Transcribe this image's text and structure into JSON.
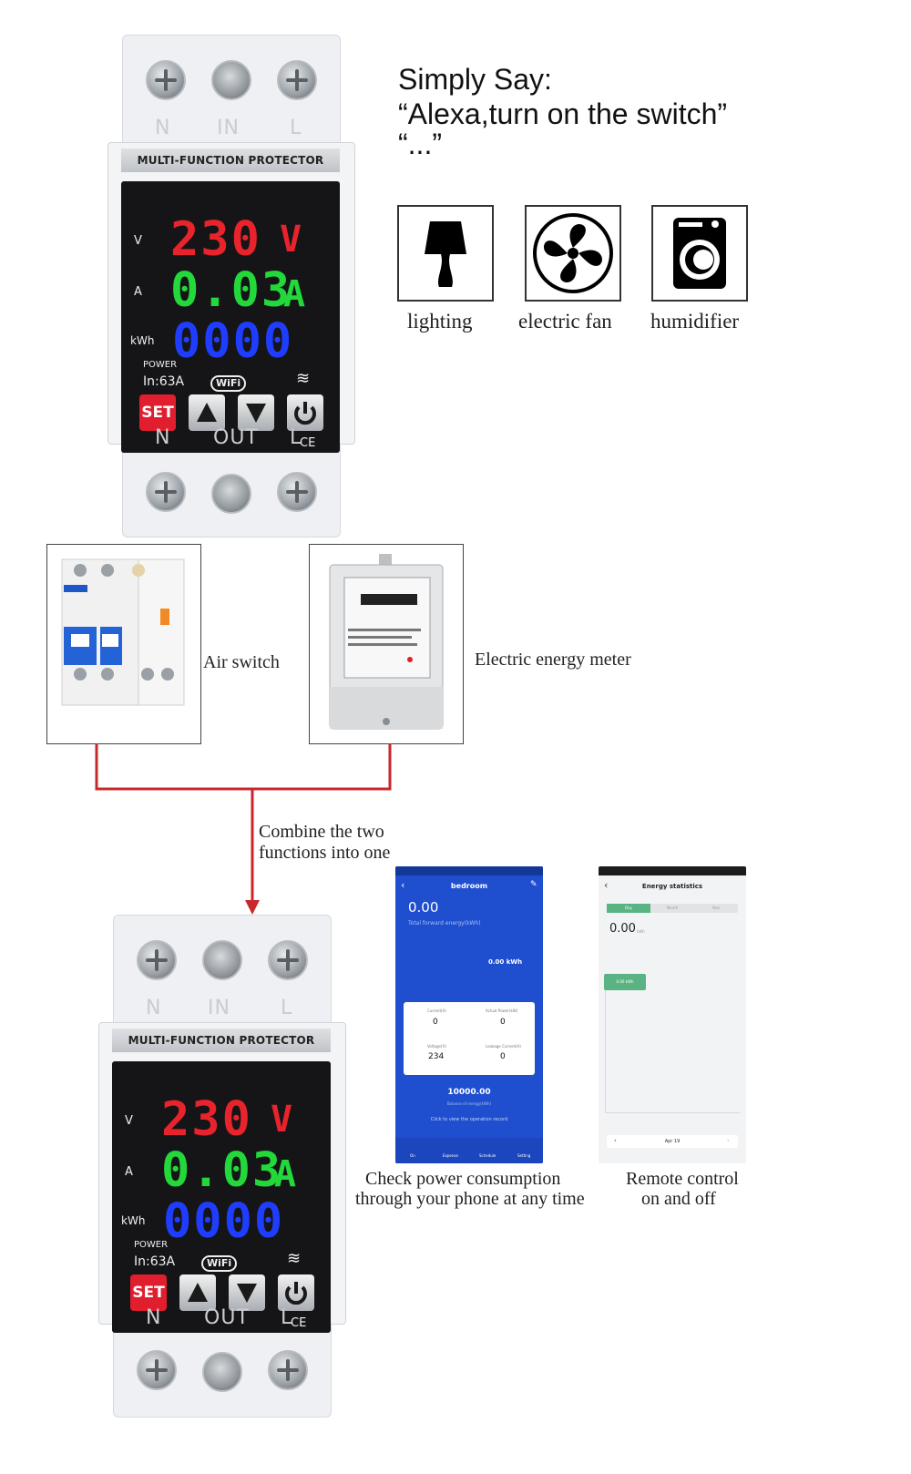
{
  "device": {
    "label": "MULTI-FUNCTION PROTECTOR",
    "terminals_top": [
      "N",
      "IN",
      "L"
    ],
    "terminals_bottom": [
      "N",
      "OUT",
      "L"
    ],
    "voltage": "230",
    "voltage_unit": "V",
    "current": "0.03",
    "current_unit": "A",
    "energy": "0000",
    "label_v": "V",
    "label_a": "A",
    "label_kwh": "kWh",
    "label_power": "POWER",
    "rating": "In:63A",
    "wifi": "WiFi",
    "set": "SET",
    "ce": "CE"
  },
  "voice": {
    "line1": "Simply Say:",
    "line2": "“Alexa,turn on the switch”",
    "line3": "“...”"
  },
  "appliances": [
    {
      "icon": "lamp-icon",
      "label": "lighting"
    },
    {
      "icon": "fan-icon",
      "label": "electric fan"
    },
    {
      "icon": "washer-icon",
      "label": "humidifier"
    }
  ],
  "air_switch_label": "Air switch",
  "meter_label": "Electric energy meter",
  "combine_line1": "Combine the two",
  "combine_line2": "functions into one",
  "phone1": {
    "room": "bedroom",
    "value": "0.00",
    "sub": "Total forward energy(kWh)",
    "kwh": "0.00 kWh",
    "cells": [
      {
        "label": "Current(A)",
        "value": "0"
      },
      {
        "label": "Actual Power(kW)",
        "value": "0"
      },
      {
        "label": "Voltage(V)",
        "value": "234"
      },
      {
        "label": "Leakage Current(A)",
        "value": "0"
      }
    ],
    "total": "10000.00",
    "total_sub": "Balance of energy(kWh)",
    "link": "Click to view the operation record",
    "tabs": [
      "On",
      "Expense",
      "Schedule",
      "Setting"
    ]
  },
  "phone2": {
    "title": "Energy statistics",
    "tabs": [
      "Day",
      "Month",
      "Year"
    ],
    "value": "0.00",
    "unit": "kWh",
    "bar": "0.00 kWh",
    "date": "Apr 19"
  },
  "cap_phone1_line1": "Check power consumption",
  "cap_phone1_line2": "through your phone at any time",
  "cap_phone2_line1": "Remote control",
  "cap_phone2_line2": "on and off",
  "colors": {
    "red_line": "#c8282b",
    "seg_red": "#e8232c",
    "seg_green": "#22d83b",
    "seg_blue": "#1f3dff",
    "phone_blue": "#1f4fcf"
  }
}
